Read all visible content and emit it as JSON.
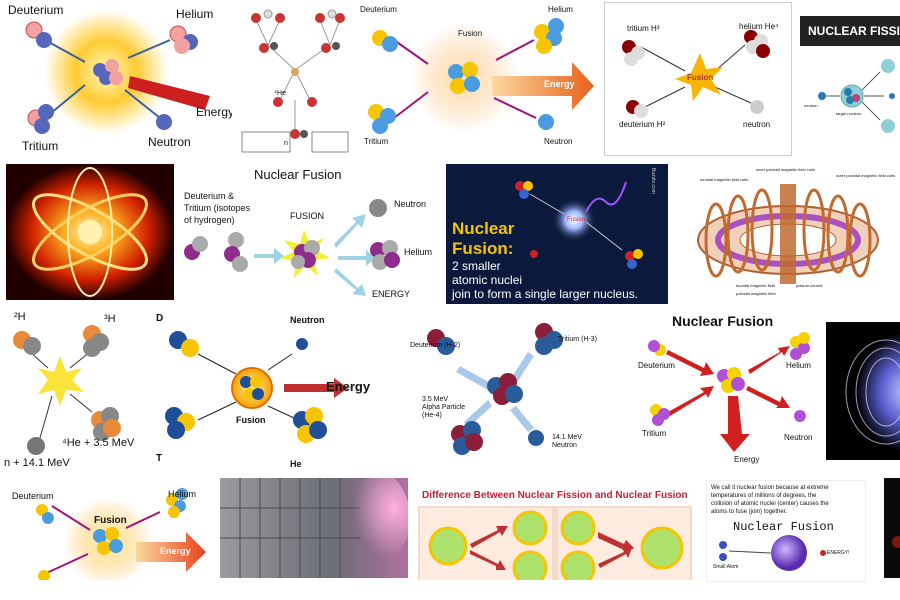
{
  "gallery": {
    "t1": {
      "deuterium": "Deuterium",
      "helium": "Helium",
      "energy": "Energy",
      "tritium": "Tritium",
      "neutron": "Neutron"
    },
    "t2": {
      "he": "⁴He",
      "n": "n"
    },
    "t3": {
      "deuterium": "Deuterium",
      "helium": "Helium",
      "fusion": "Fusion",
      "energy": "Energy",
      "tritium": "Tritium",
      "neutron": "Neutron"
    },
    "t4": {
      "tritium": "tritium H³",
      "helium": "helium  He⁴",
      "fusion": "Fusion",
      "deuterium": "deuterium H²",
      "neutron": "neutron"
    },
    "t5": {
      "title": "NUCLEAR FISSION",
      "neutron": "neutron",
      "target": "target nucleus"
    },
    "t7": {
      "title": "Nuclear Fusion",
      "dt1": "Deuterium &",
      "dt2": "Tritium (isotopes",
      "dt3": "of hydrogen)",
      "fusion": "FUSION",
      "neutron": "Neutron",
      "helium": "Helium",
      "energy": "ENERGY"
    },
    "t8": {
      "title1": "Nuclear",
      "title2": "Fusion:",
      "line1": "2 smaller",
      "line2": "atomic nuclei",
      "line3": "join to form a single larger nucleus.",
      "fusion": "Fusion",
      "site": "Buzzle.com"
    },
    "t9": {
      "a": "toroidal magnetic field coils",
      "b": "inner poloidal magnetic field coils",
      "c": "outer poloidal magnetic field coils",
      "d": "plasma current",
      "e": "toroidal magnetic field",
      "f": "poloidal magnetic field"
    },
    "t11": {
      "h2": "²H",
      "h3": "³H",
      "he": "⁴He + 3.5 MeV",
      "n": "n + 14.1 MeV"
    },
    "t12": {
      "d": "D",
      "t": "T",
      "neutron": "Neutron",
      "energy": "Energy",
      "fusion": "Fusion",
      "he": "He"
    },
    "t13": {
      "d": "Deuterium (H-2)",
      "t": "Tritium (H-3)",
      "alpha1": "3.5 MeV",
      "alpha2": "Alpha Particle",
      "alpha3": "(He-4)",
      "n1": "14.1 MeV",
      "n2": "Neutron"
    },
    "t14": {
      "title": "Nuclear Fusion",
      "deuterium": "Deuterium",
      "helium": "Helium",
      "tritium": "Tritium",
      "neutron": "Neutron",
      "energy": "Energy"
    },
    "t16": {
      "deuterium": "Deuterium",
      "helium": "Hélium",
      "fusion": "Fusion",
      "energy": "Energy"
    },
    "t18": {
      "title": "Difference Between Nuclear Fission and Nuclear Fusion"
    },
    "t19": {
      "text1": "We call it nuclear fusion because at extreme",
      "text2": "temperatures of millions of degrees, the",
      "text3": "collision of atomic nuclei (center) causes the",
      "text4": "atoms to fuse (join) together.",
      "title": "Nuclear Fusion",
      "small": "Small Atom",
      "energy": "ENERGY!"
    }
  },
  "colors": {
    "deuteriumRed": "#e07070",
    "protonPink": "#f3a0a0",
    "neutronBlue": "#5566bb",
    "arrowMagenta": "#a0147a",
    "energyOrange": "#e8601a",
    "fusionYellow": "#f7c400"
  }
}
